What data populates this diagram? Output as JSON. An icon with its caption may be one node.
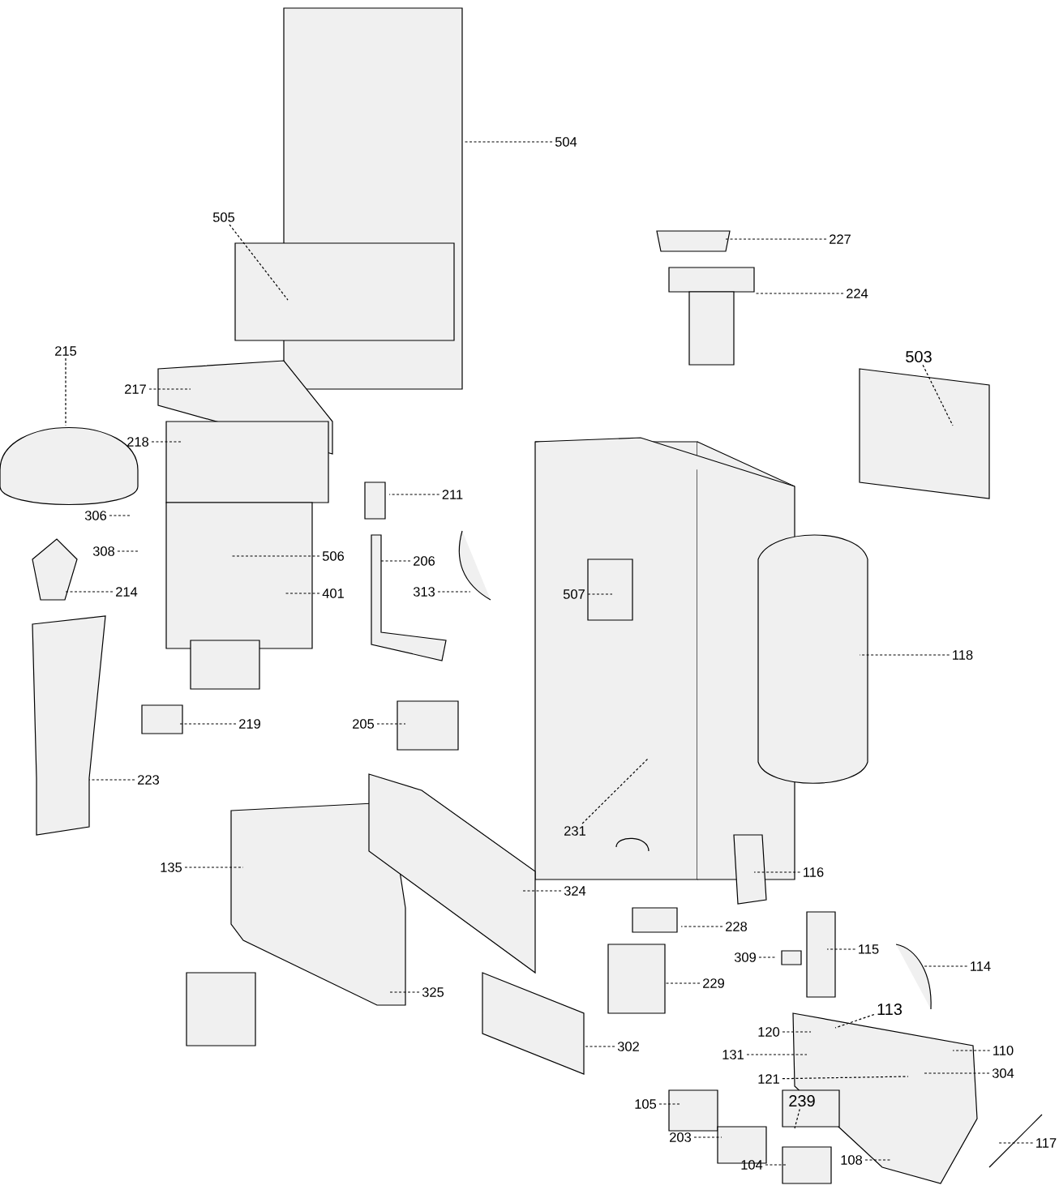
{
  "diagram": {
    "nodes": [
      {
        "text": [
          "504"
        ]
      },
      {
        "text": [
          "505"
        ]
      },
      {
        "text": [
          "227"
        ]
      },
      {
        "text": [
          "224"
        ]
      },
      {
        "text": [
          "503"
        ]
      },
      {
        "text": [
          "215"
        ]
      },
      {
        "text": [
          "217"
        ]
      },
      {
        "text": [
          "218"
        ]
      },
      {
        "text": [
          "211"
        ]
      },
      {
        "text": [
          "306"
        ]
      },
      {
        "text": [
          "308"
        ]
      },
      {
        "text": [
          "506"
        ]
      },
      {
        "text": [
          "206"
        ]
      },
      {
        "text": [
          "313"
        ]
      },
      {
        "text": [
          "214"
        ]
      },
      {
        "text": [
          "401"
        ]
      },
      {
        "text": [
          "507"
        ]
      },
      {
        "text": [
          "118"
        ]
      },
      {
        "text": [
          "219"
        ]
      },
      {
        "text": [
          "205"
        ]
      },
      {
        "text": [
          "223"
        ]
      },
      {
        "text": [
          "231"
        ]
      },
      {
        "text": [
          "135"
        ]
      },
      {
        "text": [
          "116"
        ]
      },
      {
        "text": [
          "324"
        ]
      },
      {
        "text": [
          "228"
        ]
      },
      {
        "text": [
          "309"
        ]
      },
      {
        "text": [
          "115"
        ]
      },
      {
        "text": [
          "114"
        ]
      },
      {
        "text": [
          "229"
        ]
      },
      {
        "text": [
          "325"
        ]
      },
      {
        "text": [
          "113"
        ]
      },
      {
        "text": [
          "120"
        ]
      },
      {
        "text": [
          "302"
        ]
      },
      {
        "text": [
          "131"
        ]
      },
      {
        "text": [
          "110"
        ]
      },
      {
        "text": [
          "304"
        ]
      },
      {
        "text": [
          "121"
        ]
      },
      {
        "text": [
          "239"
        ]
      },
      {
        "text": [
          "105"
        ]
      },
      {
        "text": [
          "203"
        ]
      },
      {
        "text": [
          "117"
        ]
      },
      {
        "text": [
          "104"
        ]
      },
      {
        "text": [
          "108"
        ]
      }
    ],
    "edges": [
      {
        "from": 0,
        "to": null,
        "arrow": "none"
      },
      {
        "from": 1,
        "to": null,
        "arrow": "none"
      },
      {
        "from": 2,
        "to": null,
        "arrow": "none"
      },
      {
        "from": 3,
        "to": null,
        "arrow": "none"
      },
      {
        "from": 4,
        "to": null,
        "arrow": "none"
      },
      {
        "from": 5,
        "to": null,
        "arrow": "none"
      },
      {
        "from": 6,
        "to": null,
        "arrow": "none"
      },
      {
        "from": 7,
        "to": null,
        "arrow": "none"
      },
      {
        "from": 8,
        "to": null,
        "arrow": "none"
      },
      {
        "from": 9,
        "to": null,
        "arrow": "none"
      },
      {
        "from": 10,
        "to": null,
        "arrow": "none"
      },
      {
        "from": 11,
        "to": null,
        "arrow": "none"
      },
      {
        "from": 12,
        "to": null,
        "arrow": "none"
      },
      {
        "from": 13,
        "to": null,
        "arrow": "none"
      },
      {
        "from": 14,
        "to": null,
        "arrow": "none"
      },
      {
        "from": 15,
        "to": null,
        "arrow": "none"
      },
      {
        "from": 16,
        "to": null,
        "arrow": "none"
      },
      {
        "from": 17,
        "to": null,
        "arrow": "none"
      },
      {
        "from": 18,
        "to": null,
        "arrow": "none"
      },
      {
        "from": 19,
        "to": null,
        "arrow": "none"
      },
      {
        "from": 20,
        "to": null,
        "arrow": "none"
      },
      {
        "from": 21,
        "to": null,
        "arrow": "none"
      },
      {
        "from": 22,
        "to": null,
        "arrow": "none"
      },
      {
        "from": 23,
        "to": null,
        "arrow": "none"
      },
      {
        "from": 24,
        "to": null,
        "arrow": "none"
      },
      {
        "from": 25,
        "to": null,
        "arrow": "none"
      },
      {
        "from": 26,
        "to": null,
        "arrow": "none"
      },
      {
        "from": 27,
        "to": null,
        "arrow": "none"
      },
      {
        "from": 28,
        "to": null,
        "arrow": "none"
      },
      {
        "from": 29,
        "to": null,
        "arrow": "none"
      },
      {
        "from": 30,
        "to": null,
        "arrow": "none"
      },
      {
        "from": 31,
        "to": null,
        "arrow": "none"
      },
      {
        "from": 32,
        "to": null,
        "arrow": "none"
      },
      {
        "from": 33,
        "to": null,
        "arrow": "none"
      },
      {
        "from": 34,
        "to": null,
        "arrow": "none"
      },
      {
        "from": 35,
        "to": null,
        "arrow": "none"
      },
      {
        "from": 36,
        "to": null,
        "arrow": "none"
      },
      {
        "from": 37,
        "to": null,
        "arrow": "none"
      },
      {
        "from": 38,
        "to": null,
        "arrow": "none"
      },
      {
        "from": 39,
        "to": null,
        "arrow": "none"
      },
      {
        "from": 40,
        "to": null,
        "arrow": "none"
      },
      {
        "from": 41,
        "to": null,
        "arrow": "none"
      },
      {
        "from": 42,
        "to": null,
        "arrow": "none"
      },
      {
        "from": 43,
        "to": null,
        "arrow": "none"
      }
    ]
  }
}
